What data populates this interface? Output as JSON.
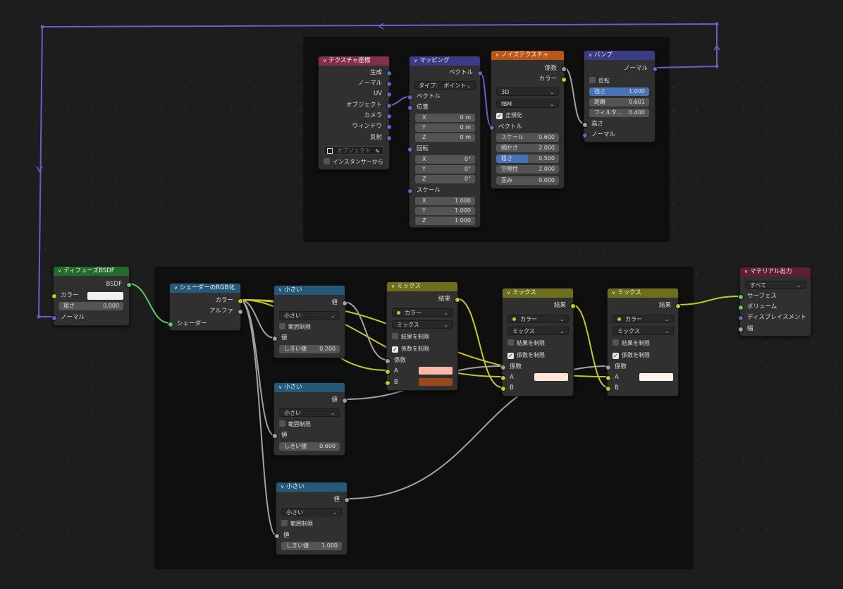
{
  "editor": {
    "background": "#1d1d1d",
    "frame_color": "#0f0f0f"
  },
  "colors": {
    "vector_socket": "#6363c7",
    "color_socket": "#c7c729",
    "float_socket": "#a1a1a1",
    "shader_socket": "#63c763",
    "active_field": "#4772b3"
  },
  "texcoord": {
    "title": "テクスチャ座標",
    "outputs": [
      "生成",
      "ノーマル",
      "UV",
      "オブジェクト",
      "カメラ",
      "ウィンドウ",
      "反射"
    ],
    "object_placeholder": "オブジェクト",
    "from_instancer": "インスタンサーから"
  },
  "mapping": {
    "title": "マッピング",
    "out_vector": "ベクトル",
    "type_label": "タイプ:",
    "type_value": "ポイント",
    "in_vector": "ベクトル",
    "location": "位置",
    "loc": [
      {
        "axis": "X",
        "val": "0 m"
      },
      {
        "axis": "Y",
        "val": "0 m"
      },
      {
        "axis": "Z",
        "val": "0 m"
      }
    ],
    "rotation": "回転",
    "rot": [
      {
        "axis": "X",
        "val": "0°"
      },
      {
        "axis": "Y",
        "val": "0°"
      },
      {
        "axis": "Z",
        "val": "0°"
      }
    ],
    "scale": "スケール",
    "scl": [
      {
        "axis": "X",
        "val": "1.000"
      },
      {
        "axis": "Y",
        "val": "1.000"
      },
      {
        "axis": "Z",
        "val": "1.000"
      }
    ]
  },
  "noise": {
    "title": "ノイズテクスチャ",
    "out_fac": "係数",
    "out_color": "カラー",
    "dim": "3D",
    "basis": "fBM",
    "normalize": "正規化",
    "vector": "ベクトル",
    "fields": [
      {
        "label": "スケール",
        "val": "0.600",
        "fill": 0
      },
      {
        "label": "細かさ",
        "val": "2.000",
        "fill": 0
      },
      {
        "label": "粗さ",
        "val": "0.500",
        "fill": 0.5
      },
      {
        "label": "空隙性",
        "val": "2.000",
        "fill": 0
      },
      {
        "label": "歪み",
        "val": "0.000",
        "fill": 0
      }
    ]
  },
  "bump": {
    "title": "バンプ",
    "out_normal": "ノーマル",
    "invert": "反転",
    "strength": {
      "label": "強さ",
      "val": "1.000"
    },
    "distance": {
      "label": "距離",
      "val": "0.601"
    },
    "filter": {
      "label": "フィルタ...",
      "val": "0.400"
    },
    "height": "高さ",
    "normal": "ノーマル"
  },
  "diffuse": {
    "title": "ディフューズBSDF",
    "out": "BSDF",
    "color": "カラー",
    "color_value": "#f2f2f2",
    "rough_label": "粗さ",
    "rough_val": "0.000",
    "normal": "ノーマル"
  },
  "sep": {
    "title": "シェーダーのRGB化",
    "color": "カラー",
    "alpha": "アルファ",
    "shader": "シェーダー"
  },
  "lt1": {
    "title": "小さい",
    "out": "値",
    "op": "小さい",
    "clamp": "範囲制限",
    "val": "値",
    "thr_label": "しきい値",
    "thr": "0.200"
  },
  "lt2": {
    "title": "小さい",
    "out": "値",
    "op": "小さい",
    "clamp": "範囲制限",
    "val": "値",
    "thr_label": "しきい値",
    "thr": "0.600"
  },
  "lt3": {
    "title": "小さい",
    "out": "値",
    "op": "小さい",
    "clamp": "範囲制限",
    "val": "値",
    "thr_label": "しきい値",
    "thr": "1.000"
  },
  "mix1": {
    "title": "ミックス",
    "out": "結果",
    "type": "カラー",
    "blend": "ミックス",
    "clamp_res": "結果を制限",
    "clamp_fac": "係数を制限",
    "fac": "係数",
    "a": "A",
    "b": "B",
    "a_color": "#ffb9a6",
    "b_color": "#9a4818"
  },
  "mix2": {
    "title": "ミックス",
    "out": "結果",
    "type": "カラー",
    "blend": "ミックス",
    "clamp_res": "結果を制限",
    "clamp_fac": "係数を制限",
    "fac": "係数",
    "a": "A",
    "b": "B",
    "a_color": "#ffe5d6"
  },
  "mix3": {
    "title": "ミックス",
    "out": "結果",
    "type": "カラー",
    "blend": "ミックス",
    "clamp_res": "結果を制限",
    "clamp_fac": "係数を制限",
    "fac": "係数",
    "a": "A",
    "b": "B",
    "a_color": "#fff2ee"
  },
  "output": {
    "title": "マテリアル出力",
    "target": "すべて",
    "surface": "サーフェス",
    "volume": "ボリューム",
    "displacement": "ディスプレイスメント",
    "thickness": "幅"
  }
}
